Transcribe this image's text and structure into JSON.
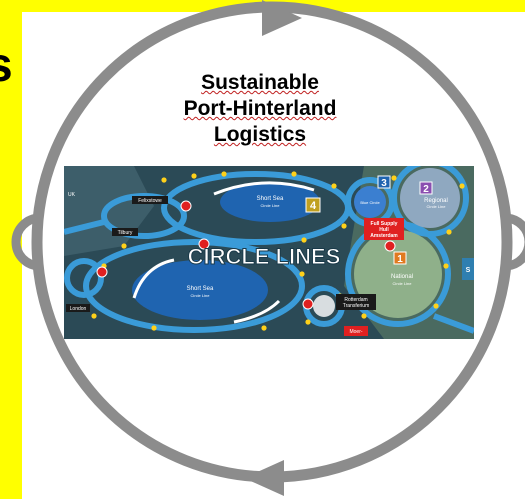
{
  "edge_fragment": "s",
  "title_lines": [
    "Sustainable",
    "Port-Hinterland",
    "Logistics"
  ],
  "map": {
    "banner": "CIRCLE LINES",
    "labels": {
      "uk": "UK",
      "felixstowe": "Felixstowe",
      "tilbury": "Tilbury",
      "london": "London",
      "short_sea_top": "Short Sea",
      "short_sea_top_sub": "Circle Line",
      "short_sea_bottom": "Short Sea",
      "short_sea_bottom_sub": "Circle Line",
      "blue_circle": "Blue Circle",
      "regional": "Regional",
      "regional_sub": "Circle Line",
      "national": "National",
      "national_sub": "Circle Line",
      "full_supply": "Full Supply",
      "full_supply_2": "Hull",
      "full_supply_3": "Amsterdam",
      "rotterdam": "Rotterdam",
      "rotterdam_2": "Transferium",
      "moerdijk": "Moer-",
      "right_edge": "S"
    },
    "badges": {
      "b4": "4",
      "b3": "3",
      "b2": "2",
      "b1": "1"
    }
  },
  "colors": {
    "background_yellow": "#ffff00",
    "ring": "#8c8c8c",
    "map_bg": "#2b4a56",
    "track": "#3a9bd8",
    "station": "#ffd11a",
    "hub": "#e02020"
  }
}
